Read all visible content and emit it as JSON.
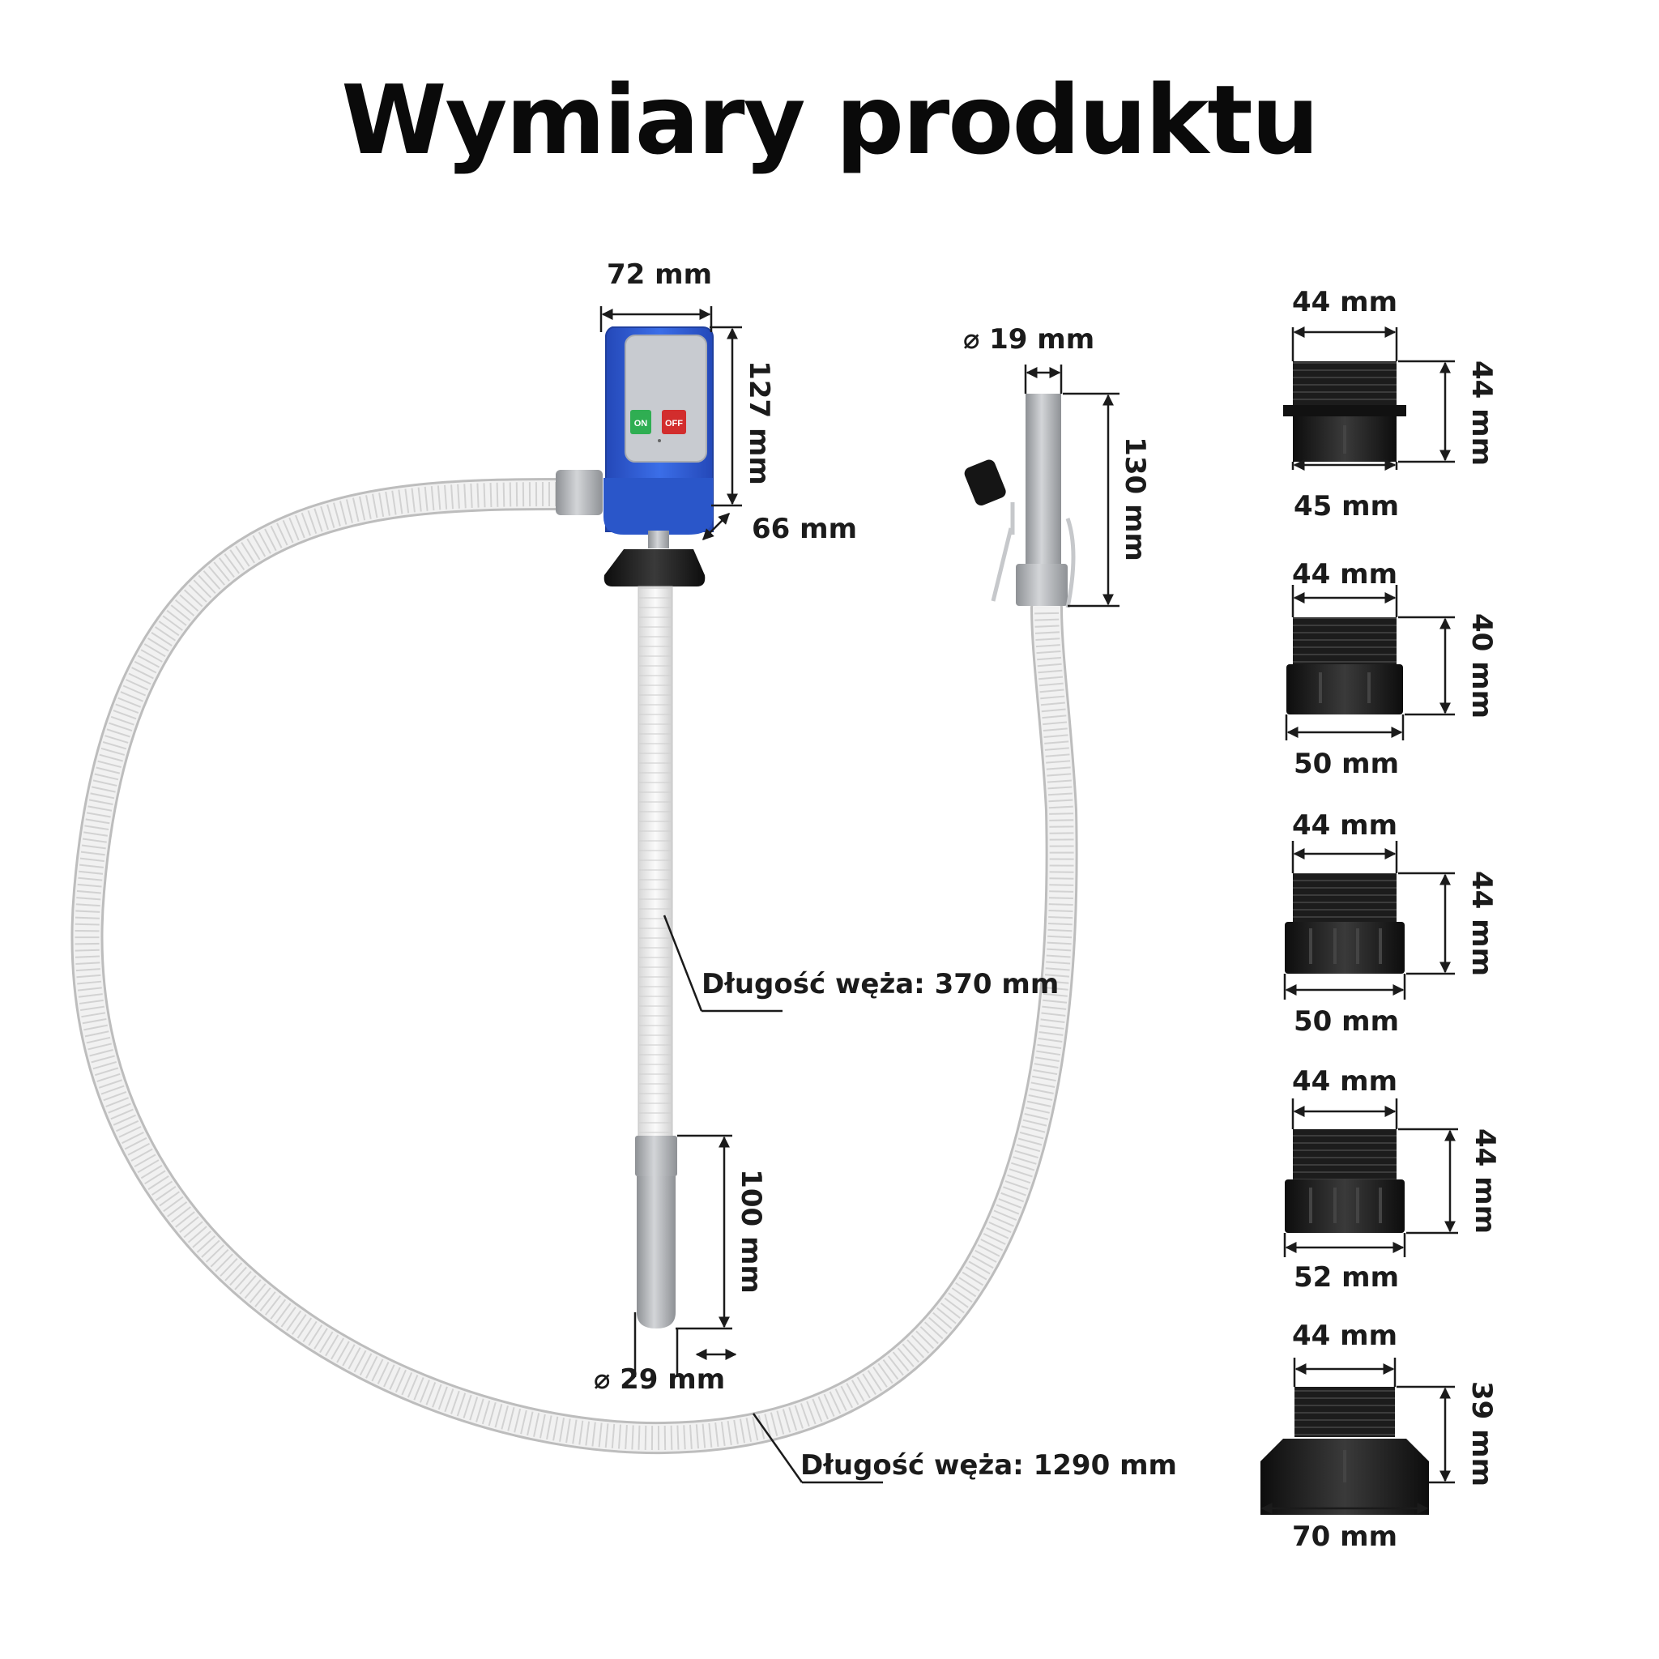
{
  "title": "Wymiary produktu",
  "pump": {
    "on_label": "ON",
    "off_label": "OFF",
    "width": "72 mm",
    "height": "127 mm",
    "depth": "66 mm",
    "tube_length": "Długość węża: 370 mm",
    "tip_length": "100 mm",
    "tip_diameter": "⌀ 29 mm"
  },
  "hose": {
    "length": "Długość węża: 1290 mm"
  },
  "nozzle": {
    "diameter": "⌀ 19 mm",
    "length": "130 mm"
  },
  "adapters": [
    {
      "top": "44 mm",
      "bottom": "45 mm",
      "height": "44 mm"
    },
    {
      "top": "44 mm",
      "bottom": "50 mm",
      "height": "40 mm"
    },
    {
      "top": "44 mm",
      "bottom": "50 mm",
      "height": "44 mm"
    },
    {
      "top": "44 mm",
      "bottom": "52 mm",
      "height": "44 mm"
    },
    {
      "top": "44 mm",
      "bottom": "70 mm",
      "height": "39 mm"
    }
  ],
  "colors": {
    "pump_body": "#2f5fd6",
    "panel": "#c9ccd1",
    "on_button": "#2fae52",
    "off_button": "#d22d2d",
    "hose": "#eeeeee",
    "metal": "#b5b7ba",
    "adapter": "#1a1a1a"
  }
}
